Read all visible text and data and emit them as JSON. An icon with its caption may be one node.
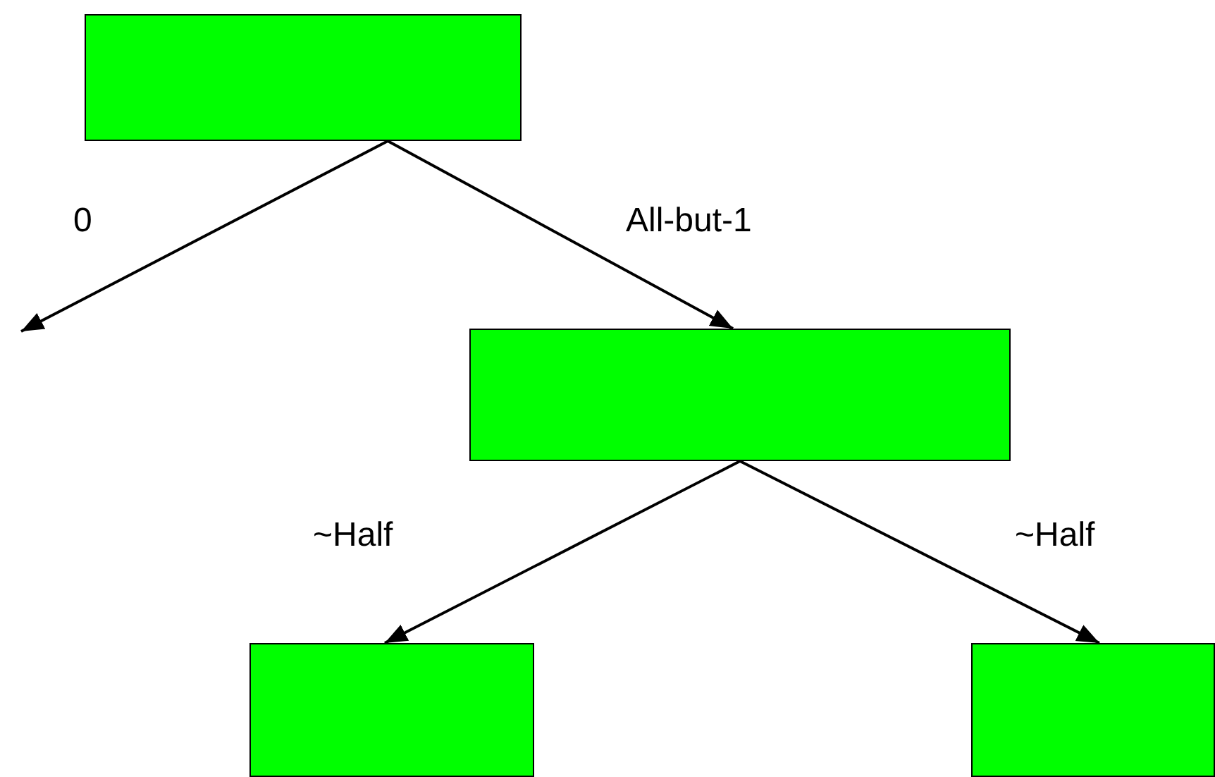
{
  "diagram": {
    "nodes": [
      {
        "text": [],
        "shape": "box"
      },
      {
        "text": [],
        "shape": "box"
      },
      {
        "text": [],
        "shape": "box"
      },
      {
        "text": [],
        "shape": "box"
      }
    ],
    "edges": [
      {
        "from": 0,
        "to": null,
        "arrow": "to",
        "label": "0"
      },
      {
        "from": 0,
        "to": 1,
        "arrow": "to",
        "label": "All-but-1"
      },
      {
        "from": 1,
        "to": 2,
        "arrow": "to",
        "label": "~Half"
      },
      {
        "from": 1,
        "to": 3,
        "arrow": "to",
        "label": "~Half"
      }
    ]
  }
}
